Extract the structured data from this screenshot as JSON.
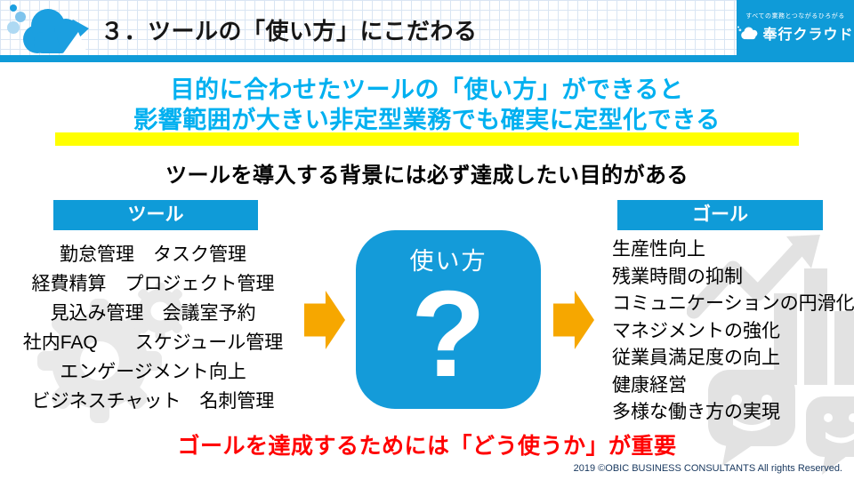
{
  "header": {
    "title": "３．ツールの「使い方」にこだわる",
    "logo": {
      "tagline": "すべての業務とつながるひろがる",
      "name": "奉行クラウド"
    }
  },
  "headline": {
    "line1": "目的に合わせたツールの「使い方」ができると",
    "line2": "影響範囲が大きい非定型業務でも確実に定型化できる"
  },
  "subtitle": "ツールを導入する背景には必ず達成したい目的がある",
  "tools": {
    "header": "ツール",
    "items": [
      "勤怠管理　タスク管理",
      "経費精算　プロジェクト管理",
      "見込み管理　会議室予約",
      "社内FAQ　　スケジュール管理",
      "エンゲージメント向上",
      "ビジネスチャット　名刺管理"
    ]
  },
  "center": {
    "label": "使い方",
    "symbol": "?"
  },
  "goals": {
    "header": "ゴール",
    "items": [
      "生産性向上",
      "残業時間の抑制",
      "コミュニケーションの円滑化",
      "マネジメントの強化",
      "従業員満足度の向上",
      "健康経営",
      "多様な働き方の実現"
    ]
  },
  "emphasis": "ゴールを達成するためには「どう使うか」が重要",
  "footer": "2019  ©OBIC BUSINESS CONSULTANTS All rights Reserved.",
  "icons": {
    "header_left": "cloud-icon",
    "logo": "cloud-icon",
    "tools_watermark": "gears-icon",
    "goals_watermark_top": "growth-chart-icon",
    "goals_watermark_bottom": "chat-smileys-icon",
    "flow": "right-arrow-icon"
  },
  "colors": {
    "brand_blue": "#0f9bd8",
    "headline_blue": "#00b0f0",
    "highlight_yellow": "#ffff00",
    "arrow_orange": "#f6a700",
    "emphasis_red": "#ff0000",
    "footer_navy": "#17375e",
    "watermark_gray": "#e4e4e4"
  }
}
